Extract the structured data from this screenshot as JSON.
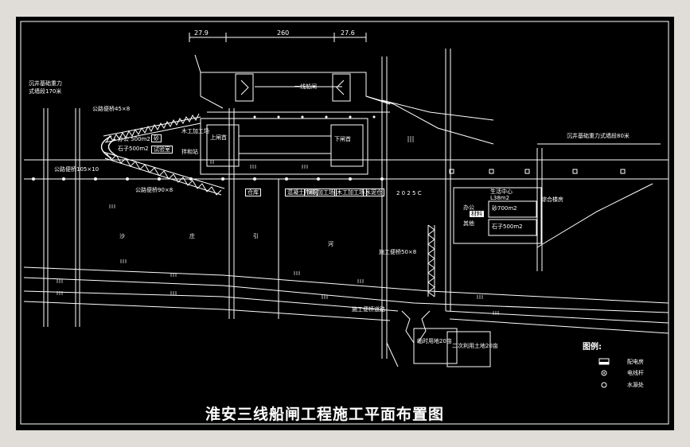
{
  "drawing": {
    "title": "淮安三线船闸工程施工平面布置图",
    "dimensions": [
      "27.9",
      "260",
      "27.6"
    ],
    "labels": {
      "top_left_note_1": "沉井基础重力",
      "top_left_note_2": "式墙段170米",
      "right_note": "沉井基础重力式墙段80米",
      "canal": "一线船闸",
      "road_upper": "公路便桥45×8",
      "road_left": "公路便桥105×10",
      "road_lower": "公路便桥90×8",
      "construction_bridge": "施工便桥50×8",
      "construction_road": "施工便桥道路",
      "river_chars": [
        "沙",
        "庄",
        "引",
        "河"
      ],
      "upper_gate": "上闸首",
      "lower_gate": "下闸首",
      "office_area": "办公 500m2",
      "gravel": "石子500m2",
      "sand": "砂",
      "workshop": "木工加工场",
      "steel_yard": "钢筋加工场",
      "concrete_plant": "混凝土拌和",
      "testing": "试验室",
      "warehouse": "仓库",
      "rebar": "钢筋加工场",
      "carpenter": "木工加工场",
      "mixer": "拌和站",
      "code": "2 0 2 5 C",
      "right_center_1": "生活中心",
      "right_center_2": "L38m2",
      "right_storage": "砂700m2",
      "right_gravel": "石子500m2",
      "right_warehouse": "综合楼房",
      "left_temp": "临时用地20亩",
      "right_temp": "二次利用土地20亩",
      "cement": "水泥仓",
      "material": "材料",
      "office": "办公",
      "other": "其他"
    },
    "legend": {
      "title": "图例:",
      "items": [
        "配电房",
        "电线杆",
        "水源处"
      ]
    }
  }
}
